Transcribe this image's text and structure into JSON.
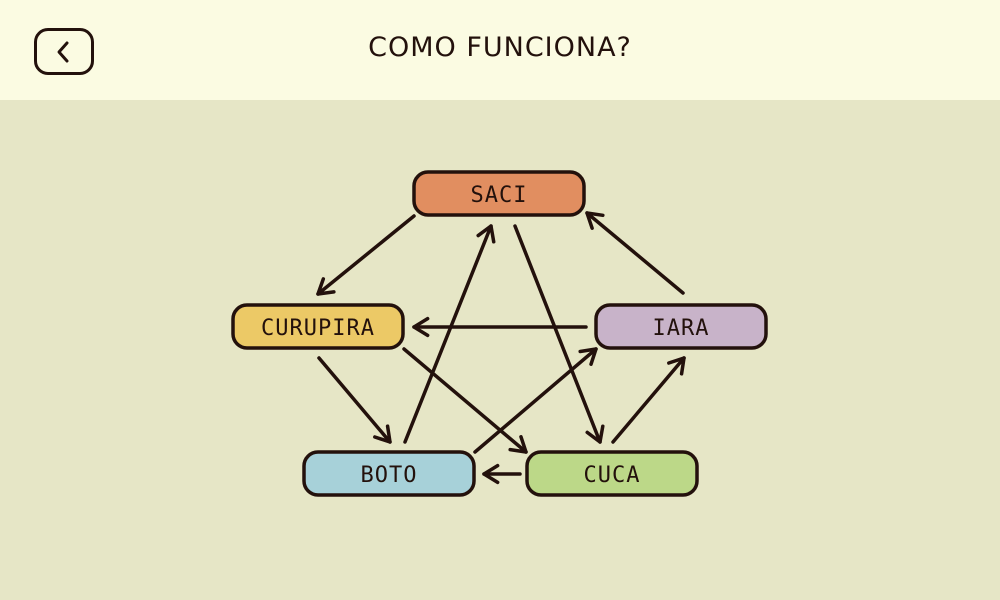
{
  "header": {
    "title": "COMO FUNCIONA?",
    "back_icon": "chevron-left-icon"
  },
  "diagram": {
    "nodes": [
      {
        "id": "saci",
        "label": "SACI",
        "color": "#e18e60"
      },
      {
        "id": "curupira",
        "label": "CURUPIRA",
        "color": "#ecc966"
      },
      {
        "id": "iara",
        "label": "IARA",
        "color": "#c8b3c9"
      },
      {
        "id": "boto",
        "label": "BOTO",
        "color": "#a7d1d9"
      },
      {
        "id": "cuca",
        "label": "CUCA",
        "color": "#bcd888"
      }
    ],
    "edges": [
      {
        "from": "saci",
        "to": "curupira"
      },
      {
        "from": "saci",
        "to": "cuca"
      },
      {
        "from": "iara",
        "to": "saci"
      },
      {
        "from": "iara",
        "to": "curupira"
      },
      {
        "from": "curupira",
        "to": "boto"
      },
      {
        "from": "curupira",
        "to": "cuca"
      },
      {
        "from": "boto",
        "to": "saci"
      },
      {
        "from": "boto",
        "to": "iara"
      },
      {
        "from": "cuca",
        "to": "boto"
      },
      {
        "from": "cuca",
        "to": "iara"
      }
    ]
  },
  "colors": {
    "ink": "#23110c",
    "header_bg": "#fbfbe2",
    "page_bg": "#e6e6c6"
  }
}
